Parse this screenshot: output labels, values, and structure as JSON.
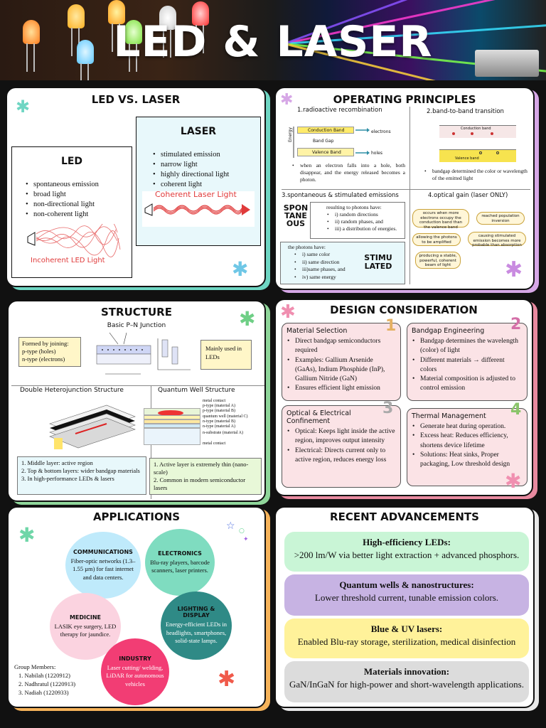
{
  "banner": {
    "title": "LED & LASER"
  },
  "led_vs_laser": {
    "title": "LED VS. LASER",
    "led": {
      "heading": "LED",
      "items": [
        "spontaneous emission",
        "broad light",
        "non-directional light",
        "non-coherent light"
      ],
      "caption": "Incoherent LED Light"
    },
    "laser": {
      "heading": "LASER",
      "items": [
        "stimulated emission",
        "narrow light",
        "highly directional light",
        "coherent light"
      ],
      "caption": "Coherent Laser Light"
    }
  },
  "operating": {
    "title": "OPERATING PRINCIPLES",
    "q1": {
      "heading": "1.radioactive recombination",
      "energy": "Energy",
      "conduction": "Conduction Band",
      "bandgap": "Band Gap",
      "valence": "Valence Band",
      "electrons": "electrons",
      "holes": "holes",
      "text": "when an electron falls into a hole, both disappear, and the energy released becomes a photon."
    },
    "q2": {
      "heading": "2.band-to-band transition",
      "conduction": "Conduction band",
      "valence": "Valence band",
      "text": "bandgap determined the color or wavelength of the emitted light"
    },
    "q3": {
      "heading": "3.spontaneous & stimulated emissions",
      "spon": "SPON TANE OUS",
      "spon_intro": "resulting to photons have:",
      "spon_items": [
        "i) random directions",
        "ii) random phases, and",
        "iii) a distribution of energies."
      ],
      "stim": "STIMU LATED",
      "stim_intro": "the photons have:",
      "stim_items": [
        "i) same color",
        "ii) same direction",
        "iii)same phases, and",
        "iv) same energy"
      ]
    },
    "q4": {
      "heading": "4.optical gain (laser ONLY)",
      "nodes": [
        "occurs when more electrons occupy the conduction band than the valence band",
        "reached population inversion",
        "allowing the photons to be amplified",
        "causing stimulated emission becomes more probable than absorption",
        "producing a stable, powerful, coherent beam of light"
      ]
    }
  },
  "structure": {
    "title": "STRUCTURE",
    "junction_title": "Basic P–N Junction",
    "formed": [
      "Formed by joining:",
      "p-type (holes)",
      "n-type (electrons)"
    ],
    "mainly": "Mainly used in LEDs",
    "dh_title": "Double Heterojunction Structure",
    "dh_items": [
      "1. Middle layer: active region",
      "2. Top & bottom layers: wider bandgap materials",
      "3. In high-performance LEDs & lasers"
    ],
    "qw_title": "Quantum Well Structure",
    "qw_layers": [
      "metal contact",
      "p-type (material A)",
      "p-type (material B)",
      "quantum well (material C)",
      "n-type (material B)",
      "n-type (material A)",
      "n-substrate (material A)",
      "metal contact"
    ],
    "qw_items": [
      "1. Active layer is extremely thin (nano-scale)",
      "2. Common in modern semiconductor lasers"
    ]
  },
  "design": {
    "title": "DESIGN CONSIDERATION",
    "cards": [
      {
        "num": "1",
        "heading": "Material Selection",
        "items": [
          "Direct bandgap semiconductors required",
          "Examples: Gallium Arsenide (GaAs), Indium Phosphide (InP), Gallium Nitride (GaN)",
          "Ensures efficient light emission"
        ]
      },
      {
        "num": "2",
        "heading": "Bandgap Engineering",
        "items": [
          "Bandgap determines the wavelength (color) of light",
          "Different materials → different colors",
          "Material composition is adjusted to control emission"
        ]
      },
      {
        "num": "3",
        "heading": "Optical & Electrical Confinement",
        "items": [
          "Optical: Keeps light inside the active region, improves output intensity",
          "Electrical: Directs current only to active region, reduces energy loss"
        ]
      },
      {
        "num": "4",
        "heading": "Thermal Management",
        "items": [
          "Generate heat during operation.",
          "Excess heat: Reduces efficiency, shortens device lifetime",
          "Solutions: Heat sinks, Proper packaging, Low threshold design"
        ]
      }
    ]
  },
  "applications": {
    "title": "APPLICATIONS",
    "circles": [
      {
        "heading": "COMMUNICATIONS",
        "body": "Fiber-optic networks (1.3–1.55 µm) for fast internet and data centers."
      },
      {
        "heading": "ELECTRONICS",
        "body": "Blu-ray players, barcode scanners, laser printers."
      },
      {
        "heading": "MEDICINE",
        "body": "LASIK eye surgery, LED therapy for jaundice."
      },
      {
        "heading": "LIGHTING & DISPLAY",
        "body": "Energy-efficient LEDs in headlights, smartphones, solid-state lamps."
      },
      {
        "heading": "INDUSTRY",
        "body": "Laser cutting/ welding, LiDAR for autonomous vehicles"
      }
    ],
    "members_title": "Group Members:",
    "members": [
      "1. Nabilah (1220912)",
      "2. Nadhratul (1220913)",
      "3. Nadiah (1220933)"
    ]
  },
  "advancements": {
    "title": "RECENT ADVANCEMENTS",
    "items": [
      {
        "heading": "High-efficiency LEDs:",
        "body": ">200 lm/W via better light extraction + advanced phosphors.",
        "color": "#c9f5d6"
      },
      {
        "heading": "Quantum wells & nanostructures:",
        "body": "Lower threshold current, tunable emission colors.",
        "color": "#c7b3e3"
      },
      {
        "heading": "Blue & UV lasers:",
        "body": "Enabled Blu-ray storage, sterilization, medical disinfection",
        "color": "#fff29a"
      },
      {
        "heading": "Materials innovation:",
        "body": "GaN/InGaN for high-power and short-wavelength applications.",
        "color": "#dcdcdc"
      }
    ]
  }
}
